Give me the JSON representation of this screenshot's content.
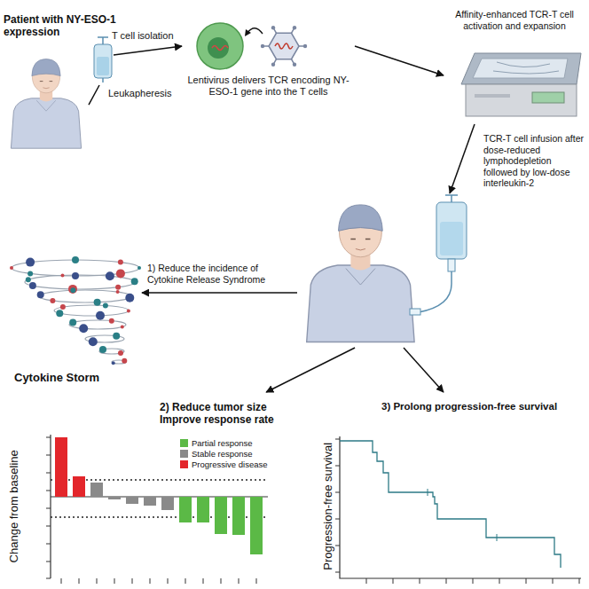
{
  "diagram": {
    "nodes": [
      {
        "text": [
          "Patient with NY-ESO-1 expression"
        ]
      },
      {
        "text": [
          "Lentivirus delivers TCR encoding NY-ESO-1 gene into the T cells"
        ]
      },
      {
        "text": [
          "Affinity-enhanced TCR-T cell activation and expansion"
        ]
      },
      {
        "text": [
          "TCR-T cell infusion after dose-reduced lymphodepletion followed by low-dose interleukin-2"
        ]
      },
      {
        "text": [
          "Cytokine Storm"
        ]
      },
      {
        "text": [
          "2) Reduce tumor size Improve response rate",
          "Change from baseline"
        ]
      },
      {
        "text": [
          "3) Prolong progression-free survival",
          "Progression-free survival"
        ]
      }
    ],
    "edges": [
      {
        "from": 0,
        "to": 1,
        "label": "T cell isolation",
        "arrow": "to"
      },
      {
        "from": 1,
        "to": 2,
        "arrow": "to"
      },
      {
        "from": 2,
        "to": 3,
        "arrow": "to"
      },
      {
        "from": 3,
        "to": 4,
        "label": "1) Reduce the incidence of Cytokine Release Syndrome",
        "arrow": "to"
      },
      {
        "from": 3,
        "to": 5,
        "arrow": "to"
      },
      {
        "from": 3,
        "to": 6,
        "arrow": "to"
      }
    ],
    "labels": [
      "Leukapheresis"
    ],
    "legend": [
      {
        "text": "Partial response",
        "color": "#5bb946"
      },
      {
        "text": "Stable response",
        "color": "#8a8a8a"
      },
      {
        "text": "Progressive disease",
        "color": "#e3262b"
      }
    ]
  }
}
